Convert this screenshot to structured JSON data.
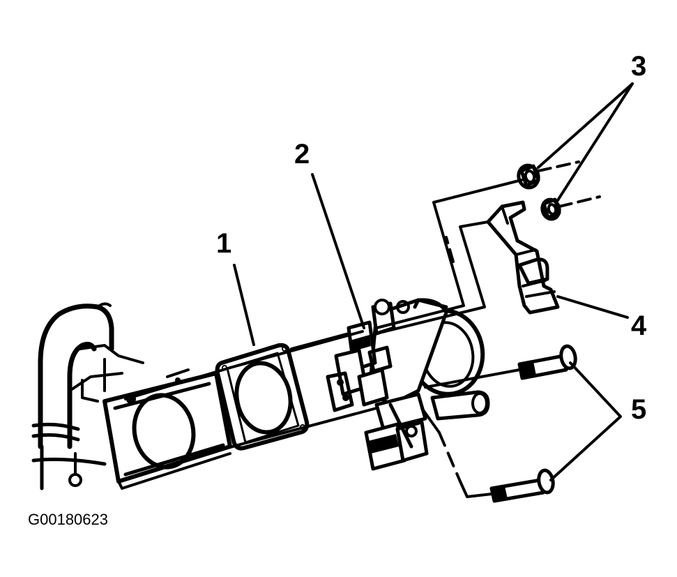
{
  "diagram": {
    "figure_id": "G00180623",
    "callouts": [
      {
        "id": "c1",
        "label": "1"
      },
      {
        "id": "c2",
        "label": "2"
      },
      {
        "id": "c3",
        "label": "3"
      },
      {
        "id": "c4",
        "label": "4"
      },
      {
        "id": "c5",
        "label": "5"
      }
    ],
    "line_color": "#000000",
    "background_color": "#ffffff"
  }
}
